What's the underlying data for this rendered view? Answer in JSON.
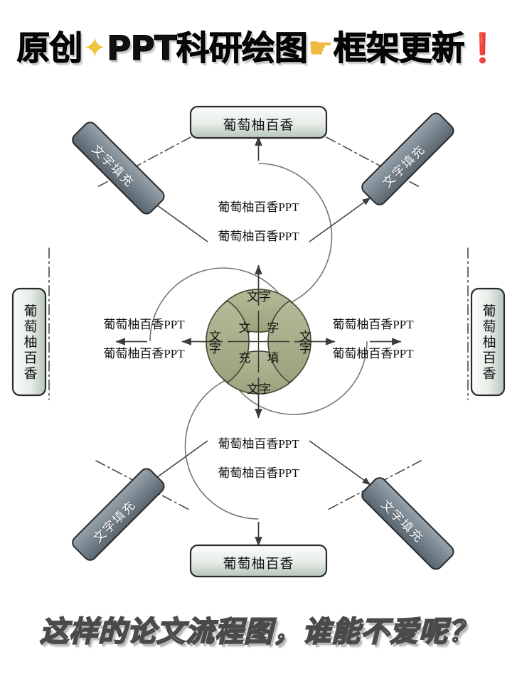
{
  "header": {
    "title_part1": "原创",
    "sparkle_icon": "✦",
    "title_part2": "PPT科研绘图",
    "hand_icon": "☛",
    "title_part3": "框架更新",
    "bang_icon": "❗",
    "full_title": "原创✨PPT科研绘图👉框架更新❗"
  },
  "footer": {
    "caption": "这样的论文流程图，谁能不爱呢？"
  },
  "diagram": {
    "outer_boxes": [
      {
        "id": "top",
        "label": "葡萄柚百香",
        "orientation": "horizontal"
      },
      {
        "id": "right",
        "label": "葡萄柚百香",
        "orientation": "vertical"
      },
      {
        "id": "bottom",
        "label": "葡萄柚百香",
        "orientation": "horizontal"
      },
      {
        "id": "left",
        "label": "葡萄柚百香",
        "orientation": "vertical"
      }
    ],
    "diagonal_bars": [
      {
        "id": "top-left",
        "label": "文字填充"
      },
      {
        "id": "top-right",
        "label": "文字填充"
      },
      {
        "id": "bottom-right",
        "label": "文字填充"
      },
      {
        "id": "bottom-left",
        "label": "文字填充"
      }
    ],
    "crescents": [
      {
        "id": "top",
        "line1": "葡萄柚百香PPT",
        "line2": "葡萄柚百香PPT"
      },
      {
        "id": "right",
        "line1": "葡萄柚百香PPT",
        "line2": "葡萄柚百香PPT"
      },
      {
        "id": "bottom",
        "line1": "葡萄柚百香PPT",
        "line2": "葡萄柚百香PPT"
      },
      {
        "id": "left",
        "line1": "葡萄柚百香PPT",
        "line2": "葡萄柚百香PPT"
      }
    ],
    "lenses": [
      {
        "id": "top",
        "label": "文字"
      },
      {
        "id": "right",
        "label": "文字"
      },
      {
        "id": "bottom",
        "label": "文字"
      },
      {
        "id": "left",
        "label": "文字"
      }
    ],
    "center_grid": {
      "top_left": "文",
      "top_right": "字",
      "bottom_left": "充",
      "bottom_right": "填",
      "phrase": "文字充填"
    }
  },
  "colors": {
    "background": "#ffffff",
    "box_fill_light": "#f4f7f4",
    "box_fill_dark": "#b9c6bd",
    "box_stroke": "#2a2a2a",
    "crescent_fill_light": "#f2f5f2",
    "crescent_fill_dark": "#b6c5b8",
    "crescent_stroke": "#5a6b5d",
    "lens_fill": "#aab18c",
    "lens_stroke": "#3d4433",
    "diagonal_fill_light": "#8b98a3",
    "diagonal_fill_dark": "#5d6a74",
    "diagonal_stroke": "#2b2b2b",
    "diagonal_text": "#ffffff",
    "arrow": "#3c3c3c",
    "dashdot": "#4a4a4a",
    "title_text": "#111111",
    "caption_text": "#f7eed8",
    "caption_stroke": "#4a4a4a"
  }
}
